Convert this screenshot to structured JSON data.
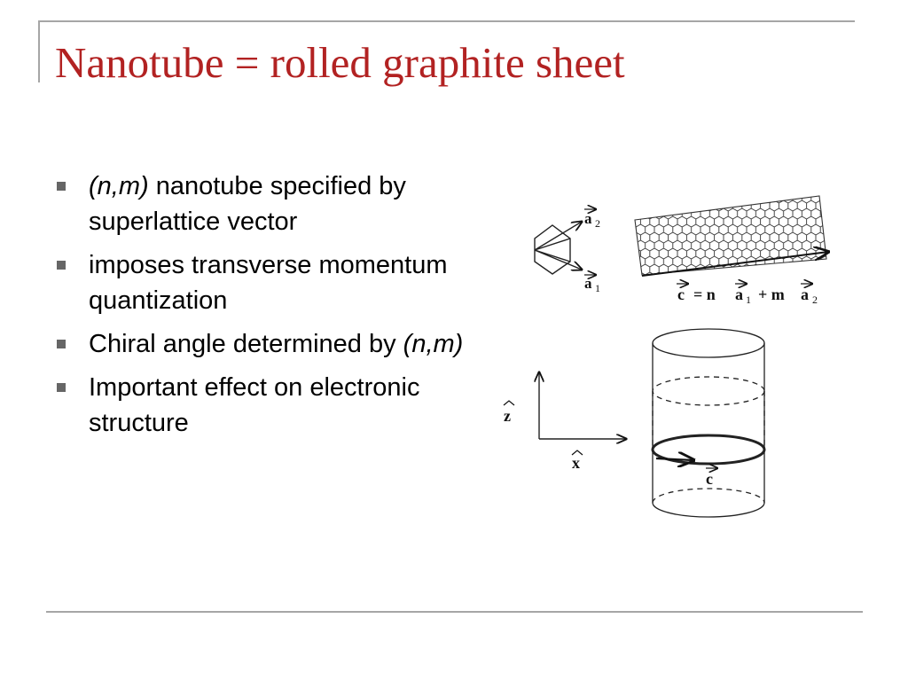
{
  "slide": {
    "title": "Nanotube = rolled graphite sheet",
    "bullets": [
      {
        "italic_start": "(n,m)",
        "text": " nanotube specified by superlattice vector"
      },
      {
        "text": "imposes transverse momentum quantization"
      },
      {
        "text": "Chiral angle determined by ",
        "italic_end": "(n,m)"
      },
      {
        "text": "Important effect on electronic structure"
      }
    ]
  },
  "figure": {
    "labels": {
      "a2": "a",
      "a2_sub": "2",
      "a1": "a",
      "a1_sub": "1",
      "c_left": "c",
      "eq": "= n",
      "plus": "+ m",
      "z": "z",
      "x": "x",
      "c_tube": "c"
    }
  }
}
